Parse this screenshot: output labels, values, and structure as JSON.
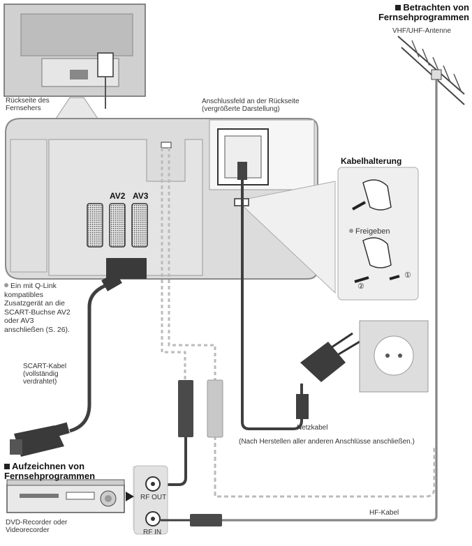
{
  "labels": {
    "tv_back": "Rückseite des Fernsehers",
    "panel_caption": "Anschlussfeld an der Rückseite (vergrößerte Darstellung)",
    "antenna_title": "Betrachten von Fernsehprogrammen",
    "antenna_sub": "VHF/UHF-Antenne",
    "av2": "AV2",
    "av3": "AV3",
    "cable_holder": "Kabelhalterung",
    "release": "Freigeben",
    "step1": "①",
    "step2": "②",
    "qlink_note": "Ein mit Q-Link kompatibles Zusatzgerät an die SCART-Buchse AV2 oder AV3 anschließen (S. 26).",
    "scart_cable": "SCART-Kabel (vollständig verdrahtet)",
    "power_cable": "Netzkabel",
    "power_note": "(Nach Herstellen aller anderen Anschlüsse anschließen.)",
    "record_title": "Aufzeichnen von Fernsehprogrammen",
    "rf_out": "RF OUT",
    "rf_in": "RF IN",
    "dvd": "DVD-Recorder oder Videorecorder",
    "hf_cable": "HF-Kabel"
  },
  "colors": {
    "panel_fill": "#dcdcdc",
    "panel_stroke": "#8a8a8a",
    "cable_dark": "#3f3f3f",
    "cable_light": "#b5b5b5",
    "plug_dark": "#4a4a4a",
    "plug_light": "#c8c8c8"
  }
}
